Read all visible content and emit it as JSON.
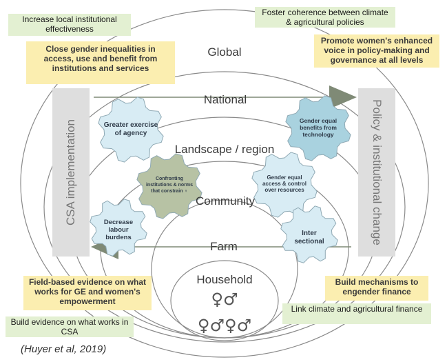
{
  "colors": {
    "green_box": "#e3f0d2",
    "yellow_box": "#fbeeb0",
    "gear_light": "#d8ecf4",
    "gear_teal": "#a9d2df",
    "gear_olive": "#b7c2a4",
    "side_bar": "#dedede",
    "arrow": "#7f8a76"
  },
  "levels": {
    "global": "Global",
    "national": "National",
    "landscape": "Landscape / region",
    "community": "Community",
    "farm": "Farm",
    "household": "Household"
  },
  "side_labels": {
    "left": "CSA implementation",
    "right": "Policy & institutional change"
  },
  "boxes": {
    "top_left": "Increase local institutional effectiveness",
    "top_right": "Foster coherence between climate & agricultural policies",
    "yellow_top_left": "Close gender inequalities in access, use and benefit from institutions and services",
    "yellow_top_right": "Promote women's enhanced voice in policy-making and governance at all levels",
    "yellow_bottom_left": "Field-based evidence on what works for GE and women's empowerment",
    "yellow_bottom_right": "Build mechanisms to engender finance",
    "bottom_left": "Build evidence on what works in CSA",
    "bottom_right": "Link climate and agricultural finance"
  },
  "gears": {
    "agency": "Greater exercise of agency",
    "technology": "Gender equal benefits from technology",
    "norms": "Confronting institutions & norms that constrain ♀",
    "access": "Gender equal access & control over resources",
    "labour": "Decrease labour burdens",
    "intersectional": "Inter sectional"
  },
  "symbols": {
    "pair": "♀♂",
    "group": "♀♂♀♂"
  },
  "citation": "(Huyer et al, 2019)"
}
